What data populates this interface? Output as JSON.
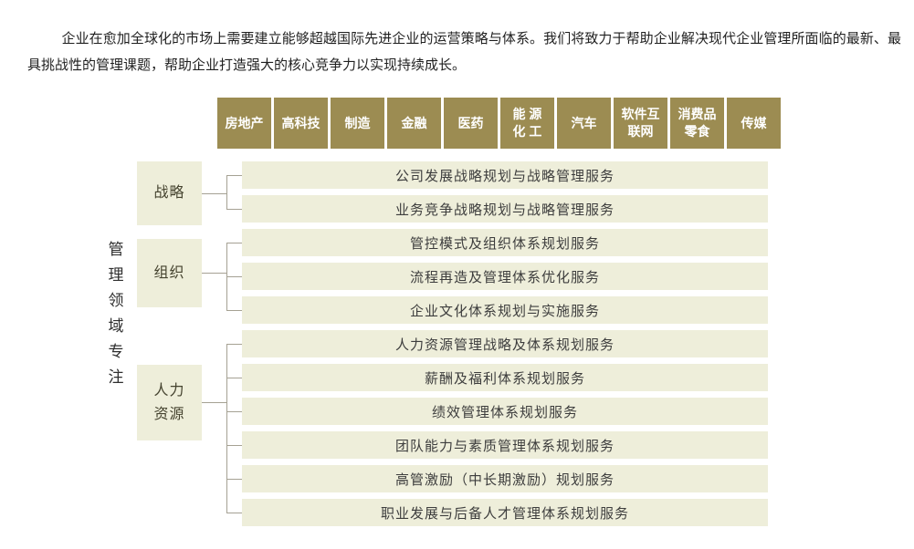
{
  "intro": {
    "text": "企业在愈加全球化的市场上需要建立能够超越国际先进企业的运营策略与体系。我们将致力于帮助企业解决现代企业管理所面临的最新、最具挑战性的管理课题，帮助企业打造强大的核心竞争力以实现持续成长。"
  },
  "industries": [
    {
      "lines": [
        "房地产"
      ]
    },
    {
      "lines": [
        "高科技"
      ]
    },
    {
      "lines": [
        "制造"
      ]
    },
    {
      "lines": [
        "金融"
      ]
    },
    {
      "lines": [
        "医药"
      ]
    },
    {
      "lines": [
        "能 源",
        "化 工"
      ]
    },
    {
      "lines": [
        "汽车"
      ]
    },
    {
      "lines": [
        "软件互",
        "联网"
      ]
    },
    {
      "lines": [
        "消费品",
        "零食"
      ]
    },
    {
      "lines": [
        "传媒"
      ]
    }
  ],
  "side_label": {
    "chars": [
      "管",
      "理",
      "领",
      "域",
      "专",
      "注"
    ]
  },
  "groups": [
    {
      "label": "战略",
      "services": [
        "公司发展战略规划与战略管理服务",
        "业务竞争战略规划与战略管理服务"
      ]
    },
    {
      "label": "组织",
      "services": [
        "管控模式及组织体系规划服务",
        "流程再造及管理体系优化服务",
        "企业文化体系规划与实施服务"
      ]
    },
    {
      "label": "人力资源",
      "services": [
        "人力资源管理战略及体系规划服务",
        "薪酬及福利体系规划服务",
        "绩效管理体系规划服务",
        "团队能力与素质管理体系规划服务",
        "高管激励（中长期激励）规划服务",
        "职业发展与后备人才管理体系规划服务"
      ]
    }
  ],
  "colors": {
    "tag_bg": "#9c8c52",
    "row_bg": "#eeeeda",
    "line": "#a5a193",
    "text": "#3d3d3d"
  }
}
